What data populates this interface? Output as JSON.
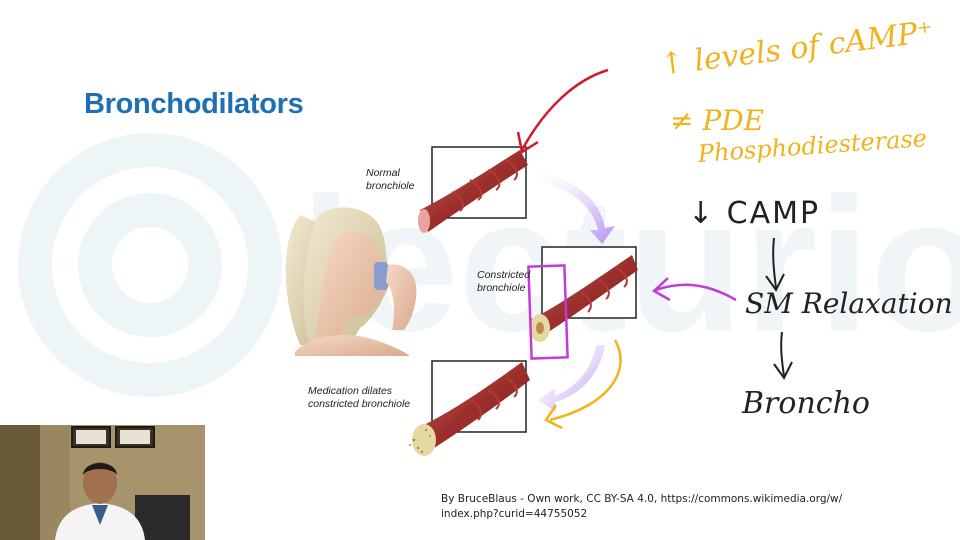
{
  "slide": {
    "title": "Bronchodilators",
    "labels": {
      "normal_line1": "Normal",
      "normal_line2": "bronchiole",
      "constricted_line1": "Constricted",
      "constricted_line2": "bronchiole",
      "medication_line1": "Medication dilates",
      "medication_line2": "constricted bronchiole"
    },
    "credit_line1": "By BruceBlaus - Own work, CC BY-SA 4.0, https://commons.wikimedia.org/w/",
    "credit_line2": "index.php?curid=44755052",
    "watermark_text": "lecturio"
  },
  "annotations": {
    "line1": "↑ levels of cAMP⁺",
    "line2": "≠ PDE",
    "line3": "Phosphodiesterase",
    "line4": "↓ CAMP",
    "line5": "SM Relaxation",
    "line6": "Broncho",
    "colors": {
      "orange": "#f2b21b",
      "purple": "#c43ad6",
      "red": "#d0192a",
      "dark": "#222222",
      "title_blue": "#1f6fb5"
    }
  },
  "webcam": {
    "icon": "presenter-webcam-feed"
  }
}
